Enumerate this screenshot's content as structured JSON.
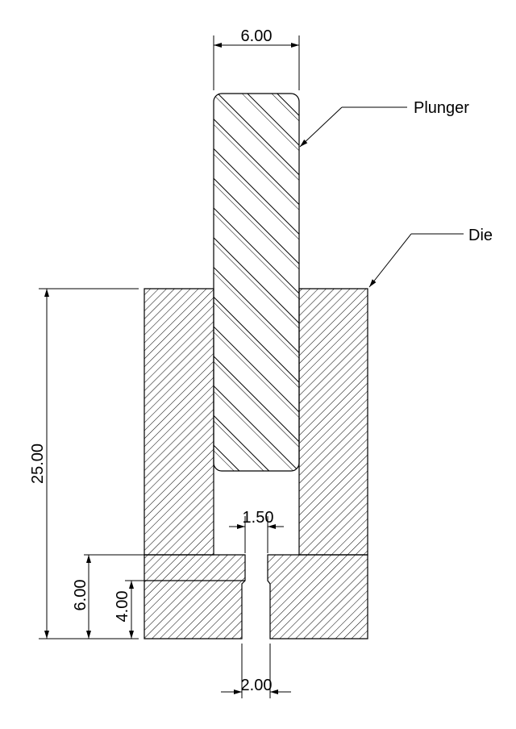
{
  "labels": {
    "plunger": "Plunger",
    "die": "Die"
  },
  "dimensions": {
    "plunger_width": "6.00",
    "die_height": "25.00",
    "lower_block_height": "6.00",
    "channel_height": "4.00",
    "orifice_width": "1.50",
    "bottom_gap_width": "2.00"
  }
}
